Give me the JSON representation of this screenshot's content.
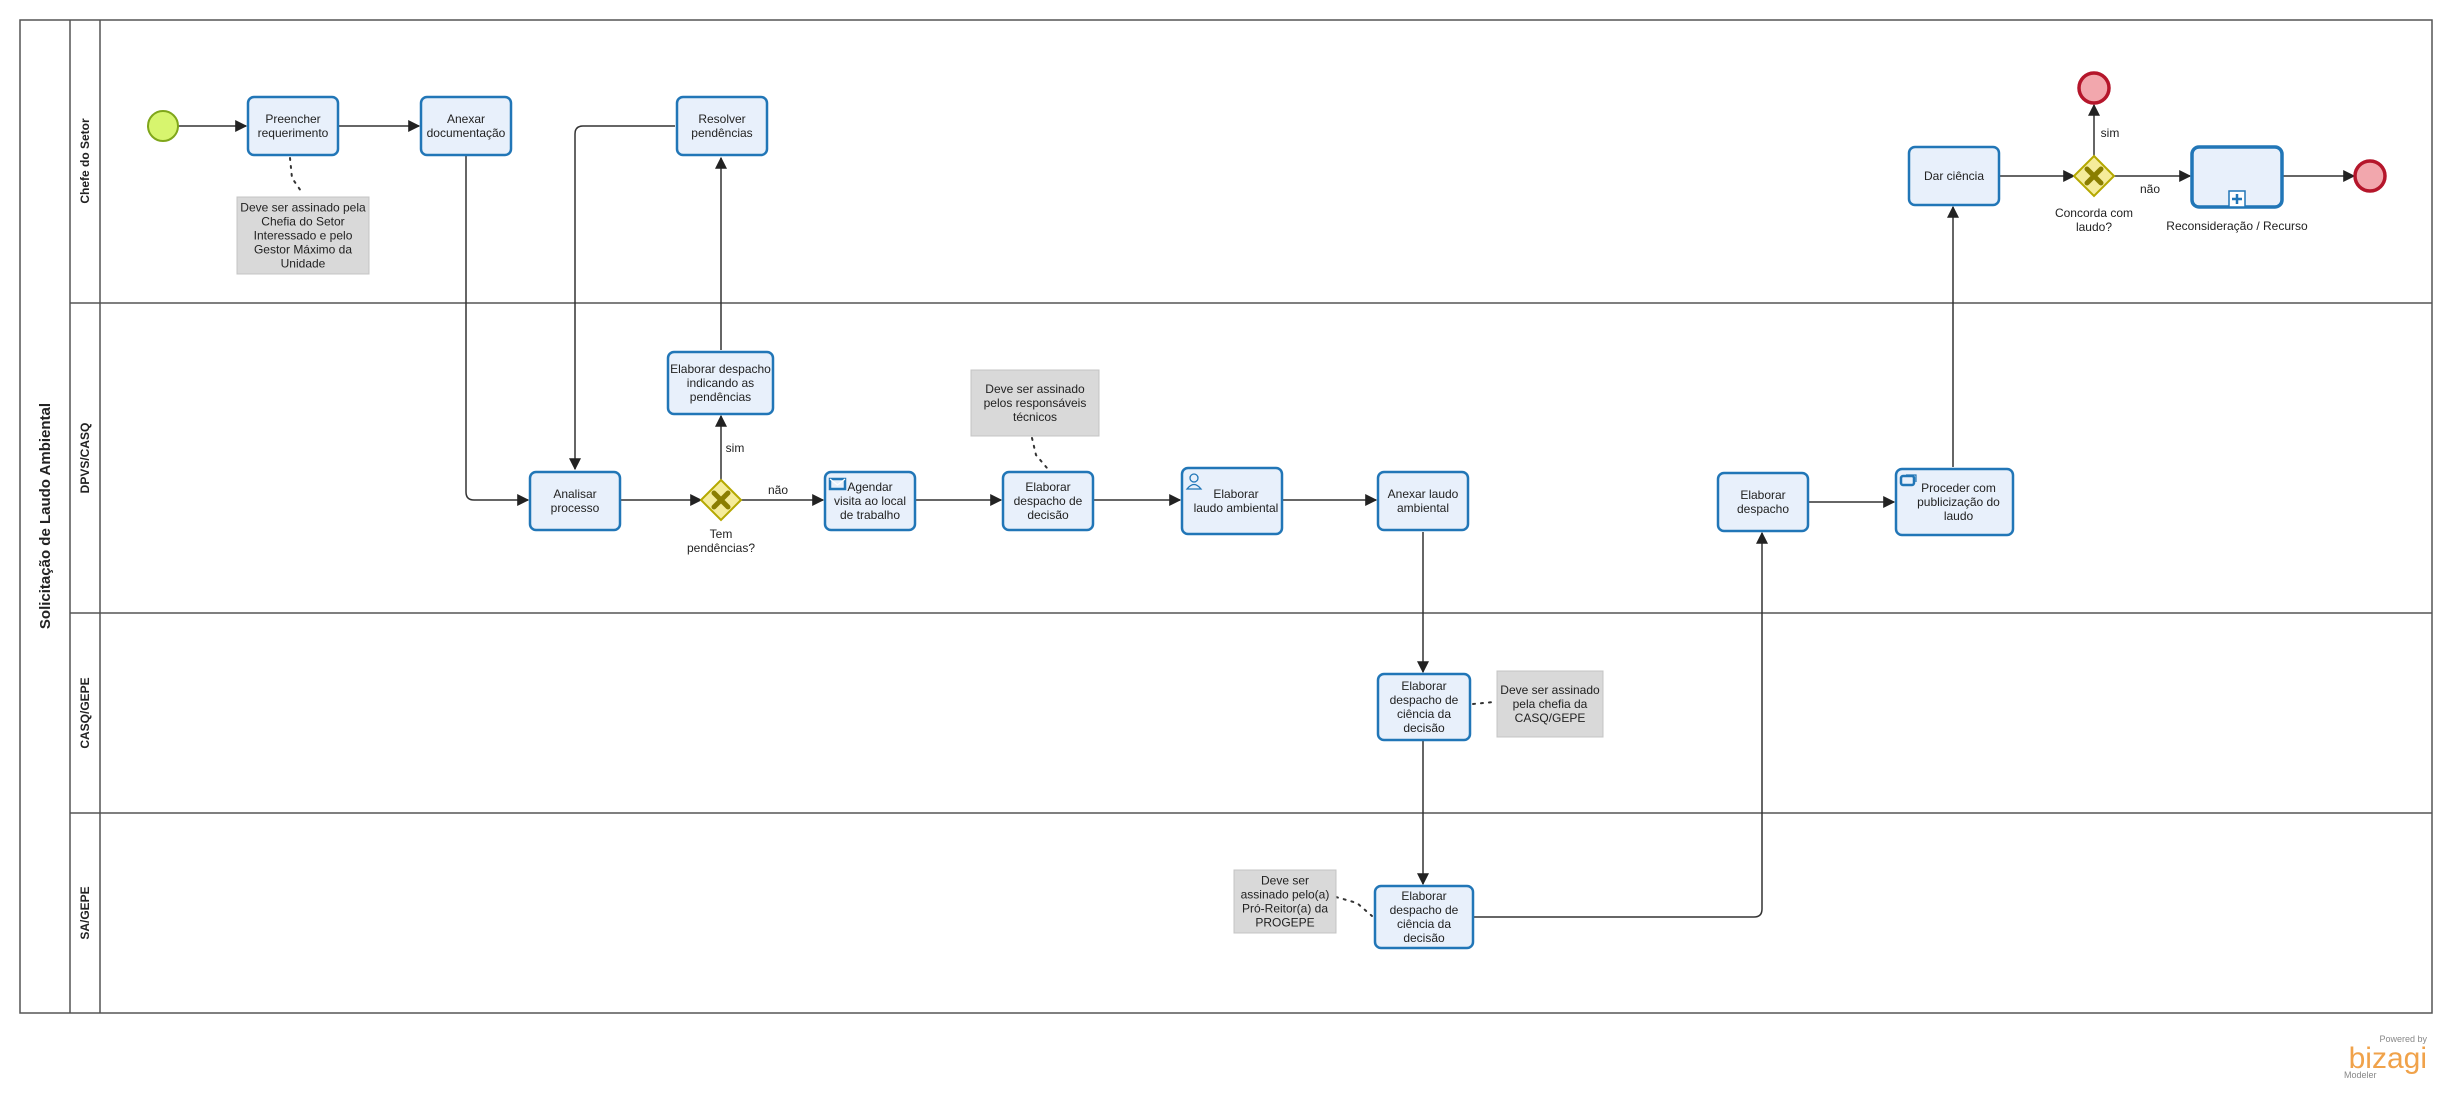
{
  "pool": {
    "title": "Solicitação de Laudo Ambiental"
  },
  "lanes": [
    {
      "id": "chefe",
      "label": "Chefe do Setor"
    },
    {
      "id": "dpvs",
      "label": "DPVS/CASQ"
    },
    {
      "id": "casq",
      "label": "CASQ/GEPE"
    },
    {
      "id": "sa",
      "label": "SA/GEPE"
    }
  ],
  "tasks": [
    {
      "id": "preencher",
      "lines": [
        "Preencher",
        "requerimento"
      ],
      "icon": ""
    },
    {
      "id": "anexar_doc",
      "lines": [
        "Anexar",
        "documentação"
      ],
      "icon": ""
    },
    {
      "id": "resolver",
      "lines": [
        "Resolver",
        "pendências"
      ],
      "icon": ""
    },
    {
      "id": "elab_pend",
      "lines": [
        "Elaborar despacho",
        "indicando as",
        "pendências"
      ],
      "icon": ""
    },
    {
      "id": "analisar",
      "lines": [
        "Analisar",
        "processo"
      ],
      "icon": ""
    },
    {
      "id": "agendar",
      "lines": [
        "Agendar",
        "visita ao local",
        "de trabalho"
      ],
      "icon": "envelope"
    },
    {
      "id": "elab_decisao",
      "lines": [
        "Elaborar",
        "despacho de",
        "decisão"
      ],
      "icon": ""
    },
    {
      "id": "elab_laudo",
      "lines": [
        "Elaborar",
        "laudo ambiental"
      ],
      "icon": "user"
    },
    {
      "id": "anexar_laudo",
      "lines": [
        "Anexar laudo",
        "ambiental"
      ],
      "icon": ""
    },
    {
      "id": "casq_ciencia",
      "lines": [
        "Elaborar",
        "despacho de",
        "ciência da",
        "decisão"
      ],
      "icon": ""
    },
    {
      "id": "sa_ciencia",
      "lines": [
        "Elaborar",
        "despacho de",
        "ciência da",
        "decisão"
      ],
      "icon": ""
    },
    {
      "id": "elab_despacho",
      "lines": [
        "Elaborar",
        "despacho"
      ],
      "icon": ""
    },
    {
      "id": "proceder",
      "lines": [
        "Proceder com",
        "publicização do",
        "laudo"
      ],
      "icon": "service"
    },
    {
      "id": "dar_ciencia",
      "lines": [
        "Dar ciência"
      ],
      "icon": ""
    }
  ],
  "subprocess": {
    "label": "Reconsideração / Recurso"
  },
  "gateways": [
    {
      "id": "tem_pend",
      "lines": [
        "Tem",
        "pendências?"
      ]
    },
    {
      "id": "concorda",
      "lines": [
        "Concorda com",
        "laudo?"
      ]
    }
  ],
  "flow_labels": {
    "sim_1": "sim",
    "nao_1": "não",
    "sim_2": "sim",
    "nao_2": "não"
  },
  "notes": [
    {
      "id": "note_chefia",
      "lines": [
        "Deve ser assinado pela",
        "Chefia do Setor",
        "Interessado e pelo",
        "Gestor Máximo da",
        "Unidade"
      ]
    },
    {
      "id": "note_tecnicos",
      "lines": [
        "Deve ser assinado",
        "pelos responsáveis",
        "técnicos"
      ]
    },
    {
      "id": "note_casq",
      "lines": [
        "Deve ser assinado",
        "pela chefia da",
        "CASQ/GEPE"
      ]
    },
    {
      "id": "note_progepe",
      "lines": [
        "Deve ser",
        "assinado pelo(a)",
        "Pró-Reitor(a) da",
        "PROGEPE"
      ]
    }
  ],
  "watermark": {
    "powered": "Powered by",
    "brand": "bizagi",
    "product": "Modeler"
  },
  "colors": {
    "task_fill": "#e8f0fb",
    "task_stroke": "#2176b7",
    "start_fill": "#d7f56e",
    "start_stroke": "#7fa61a",
    "end_fill": "#f2a7ad",
    "end_stroke": "#b5162b",
    "gateway_fill": "#f5ec9a",
    "note_fill": "#d9d9d9",
    "brand": "#f0a24a"
  }
}
